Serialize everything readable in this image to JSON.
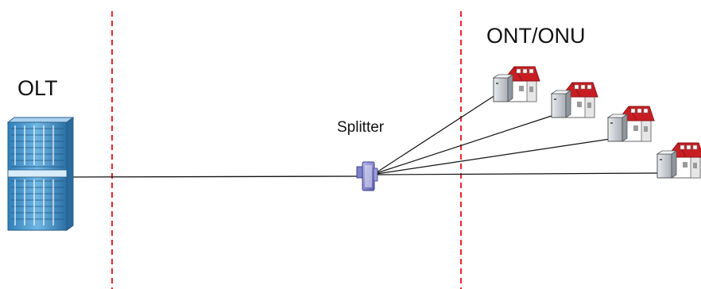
{
  "labels": {
    "olt": "OLT",
    "ont_onu": "ONT/ONU",
    "splitter": "Splitter"
  },
  "icons": {
    "olt": "olt-rack-icon",
    "splitter": "optical-splitter-icon",
    "ont": "ont-box-icon",
    "house": "house-icon"
  },
  "colors": {
    "boundary_line": "#e8262b",
    "fiber": "#111111",
    "roof": "#c81e23",
    "olt_body": "#4f9ed2"
  },
  "ont_units": [
    {
      "id": "ont-1"
    },
    {
      "id": "ont-2"
    },
    {
      "id": "ont-3"
    },
    {
      "id": "ont-4"
    }
  ]
}
